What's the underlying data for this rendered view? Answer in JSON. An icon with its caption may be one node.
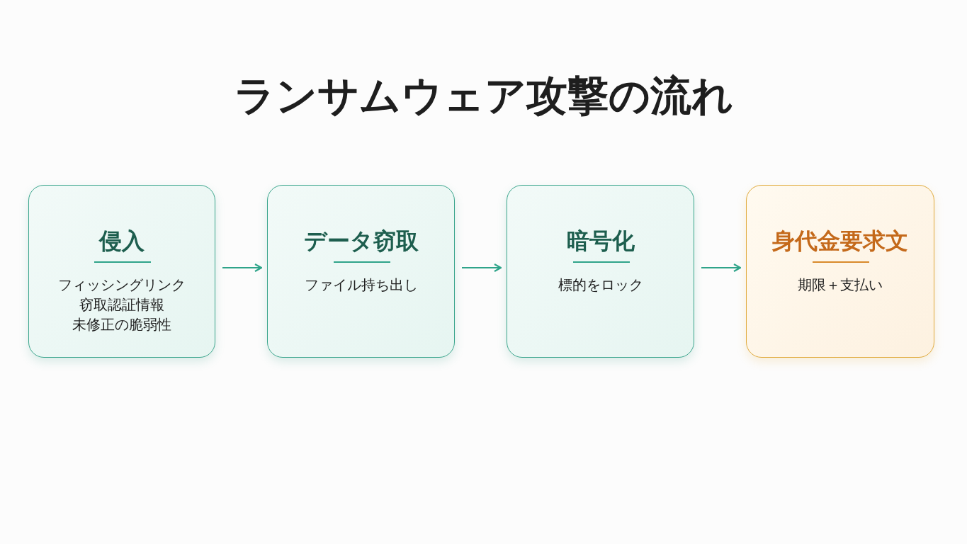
{
  "diagram": {
    "title": "ランサムウェア攻撃の流れ",
    "nodes": [
      {
        "text": [
          "侵入",
          "フィッシングリンク",
          "窃取認証情報",
          "未修正の脆弱性"
        ]
      },
      {
        "text": [
          "データ窃取",
          "ファイル持ち出し"
        ]
      },
      {
        "text": [
          "暗号化",
          "標的をロック"
        ]
      },
      {
        "text": [
          "身代金要求文",
          "期限＋支払い"
        ]
      }
    ],
    "edges": [
      {
        "from": 0,
        "to": 1,
        "arrow": "to"
      },
      {
        "from": 1,
        "to": 2,
        "arrow": "to"
      },
      {
        "from": 2,
        "to": 3,
        "arrow": "to"
      }
    ]
  }
}
